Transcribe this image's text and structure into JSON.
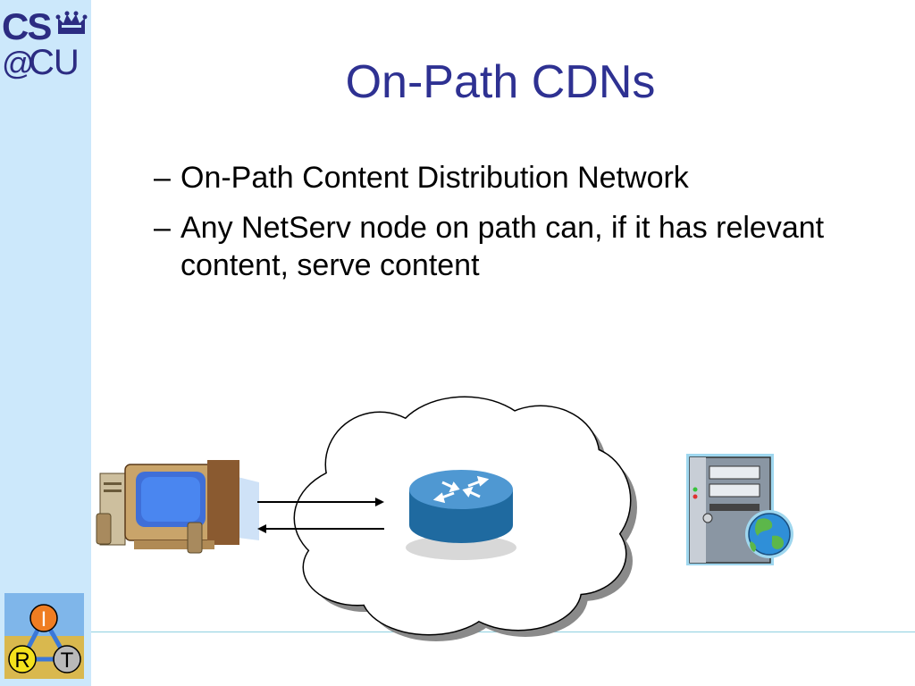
{
  "logo": {
    "cs": "CS",
    "at": "@",
    "cu": "CU"
  },
  "irt_logo": {
    "i": "I",
    "r": "R",
    "t": "T"
  },
  "slide": {
    "title": "On-Path CDNs",
    "bullets": [
      {
        "marker": "–",
        "text": "On-Path Content Distribution Network"
      },
      {
        "marker": "–",
        "text": "Any NetServ node on path can, if it has relevant content, serve content"
      }
    ]
  },
  "diagram": {
    "nodes": [
      "client-computer-icon",
      "router-icon",
      "cloud-network-icon",
      "web-server-icon",
      "globe-icon"
    ],
    "colors": {
      "router": "#2f7fb5",
      "monitor_screen": "#4a86f0",
      "server": "#8a96a3",
      "globe_water": "#2f8fd8",
      "globe_land": "#5cb74a"
    }
  }
}
